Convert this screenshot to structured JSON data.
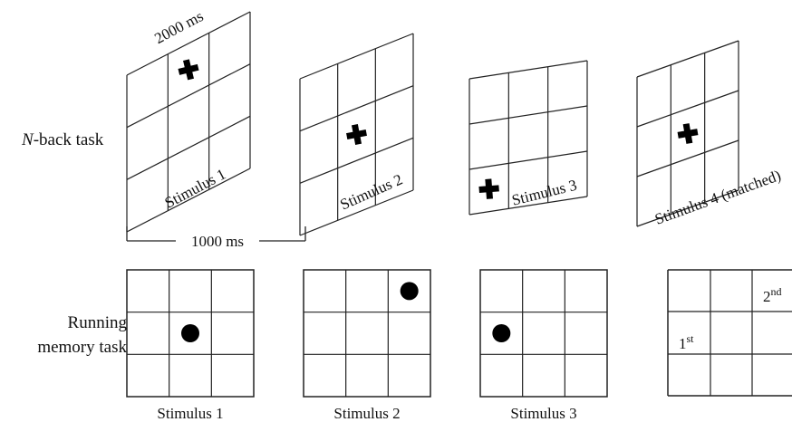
{
  "nback": {
    "row_label_prefix": "N",
    "row_label_suffix": "-back task",
    "timing_top": "2000 ms",
    "timing_bottom": "1000 ms",
    "stimuli": [
      {
        "label": "Stimulus 1",
        "cross_cell": [
          0,
          1
        ]
      },
      {
        "label": "Stimulus 2",
        "cross_cell": [
          1,
          1
        ]
      },
      {
        "label": "Stimulus 3",
        "cross_cell": [
          2,
          0
        ]
      },
      {
        "label": "Stimulus 4 (matched)",
        "cross_cell": [
          1,
          1
        ]
      }
    ]
  },
  "running": {
    "row_label_line1": "Running",
    "row_label_line2": "memory task",
    "stimuli": [
      {
        "label": "Stimulus 1",
        "dot_cell": [
          1,
          1
        ]
      },
      {
        "label": "Stimulus 2",
        "dot_cell": [
          0,
          2
        ]
      },
      {
        "label": "Stimulus 3",
        "dot_cell": [
          1,
          0
        ]
      }
    ],
    "answer_grid": {
      "first_base": "1",
      "first_sup": "st",
      "second_base": "2",
      "second_sup": "nd"
    }
  },
  "colors": {
    "stroke": "#222222",
    "marker": "#000000"
  }
}
